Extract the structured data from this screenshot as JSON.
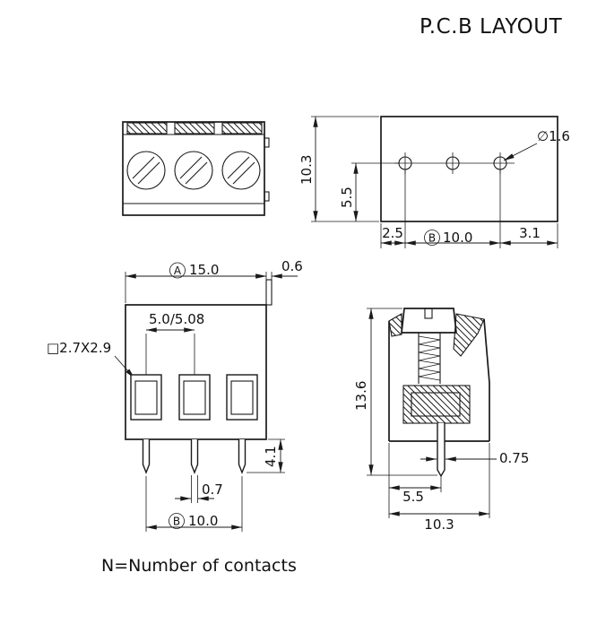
{
  "title": "P.C.B LAYOUT",
  "footer_note": "N=Number of contacts",
  "colors": {
    "line": "#1a1a1a",
    "background": "#ffffff"
  },
  "pcb_view": {
    "body_height": "10.3",
    "hole_row_offset": "5.5",
    "hole_diameter": "∅1.6",
    "left_margin": "2.5",
    "pitch_ref": "B",
    "pitch_total": "10.0",
    "right_margin": "3.1"
  },
  "front_view": {
    "width_ref": "A",
    "width": "15.0",
    "flange_width": "0.6",
    "contact_pitch": "5.0/5.08",
    "wire_opening": "□2.7X2.9",
    "pin_length": "4.1",
    "pin_width": "0.7",
    "pin_pitch_ref": "B",
    "pin_pitch": "10.0"
  },
  "side_view": {
    "height": "13.6",
    "pin_thickness": "0.75",
    "pin_offset": "5.5",
    "depth": "10.3"
  }
}
